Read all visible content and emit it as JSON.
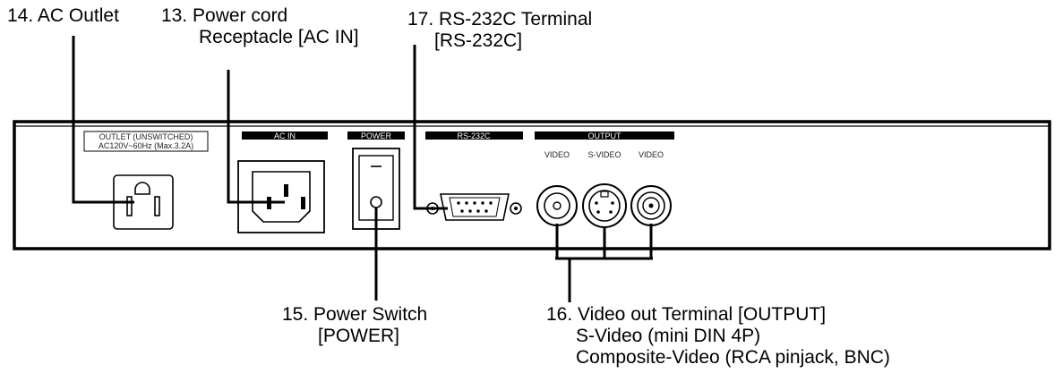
{
  "callouts": {
    "ac_outlet": {
      "lines": [
        "14. AC Outlet"
      ]
    },
    "power_cord": {
      "lines": [
        "13. Power cord",
        "Receptacle [AC IN]"
      ]
    },
    "rs232c": {
      "lines": [
        "17. RS-232C Terminal",
        "[RS-232C]"
      ]
    },
    "power_switch": {
      "lines": [
        "15. Power Switch",
        "[POWER]"
      ]
    },
    "video_out": {
      "lines": [
        "16. Video out Terminal [OUTPUT]",
        "S-Video (mini DIN 4P)",
        "Composite-Video (RCA pinjack, BNC)"
      ]
    }
  },
  "panel": {
    "outlet_label": [
      "OUTLET (UNSWITCHED)",
      "AC120V~60Hz (Max.3.2A)"
    ],
    "section_labels": {
      "ac_in": "AC IN",
      "power": "POWER",
      "rs232c": "RS-232C",
      "output": "OUTPUT"
    },
    "output_sublabels": [
      "VIDEO",
      "S-VIDEO",
      "VIDEO"
    ]
  },
  "colors": {
    "line": "#000000",
    "panel_fill": "#ffffff",
    "label_band": "#000000"
  }
}
